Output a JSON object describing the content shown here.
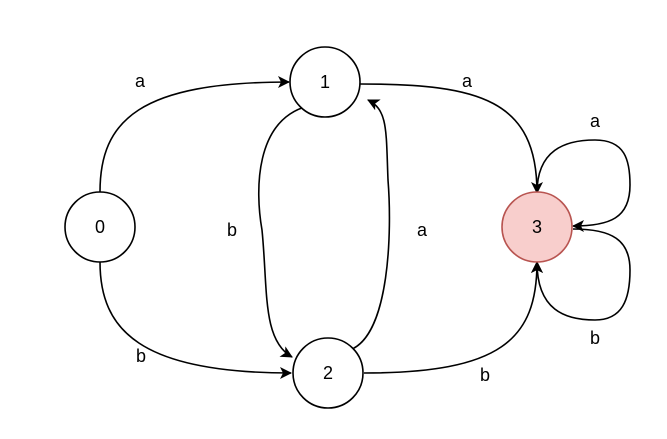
{
  "diagram": {
    "colors": {
      "stroke": "#000000",
      "state_fill": "#ffffff",
      "accept_fill": "#f8cecc",
      "accept_stroke": "#b85450"
    },
    "states": [
      {
        "id": "0",
        "label": "0",
        "accepting": false
      },
      {
        "id": "1",
        "label": "1",
        "accepting": false
      },
      {
        "id": "2",
        "label": "2",
        "accepting": false
      },
      {
        "id": "3",
        "label": "3",
        "accepting": true
      }
    ],
    "transitions": [
      {
        "from": "0",
        "to": "1",
        "label": "a"
      },
      {
        "from": "0",
        "to": "2",
        "label": "b"
      },
      {
        "from": "1",
        "to": "2",
        "label": "b"
      },
      {
        "from": "2",
        "to": "1",
        "label": "a"
      },
      {
        "from": "1",
        "to": "3",
        "label": "a"
      },
      {
        "from": "2",
        "to": "3",
        "label": "b"
      },
      {
        "from": "3",
        "to": "3",
        "label": "a"
      },
      {
        "from": "3",
        "to": "3",
        "label": "b"
      }
    ]
  }
}
